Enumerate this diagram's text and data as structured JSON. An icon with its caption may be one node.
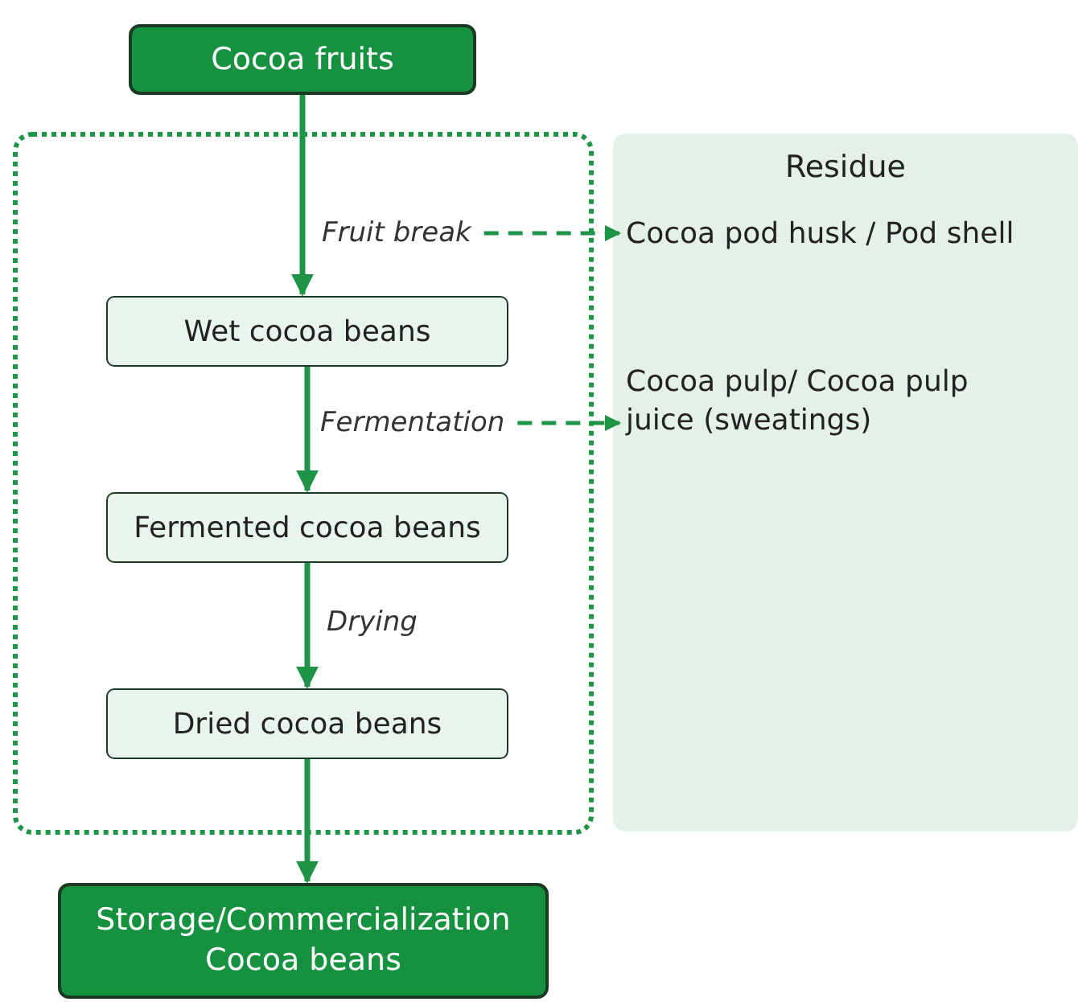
{
  "diagram": {
    "nodes": [
      {
        "text": [
          "Cocoa fruits"
        ]
      },
      {
        "text": [],
        "shape": "box"
      },
      {
        "text": [
          "Fruit break"
        ],
        "in": 1
      },
      {
        "text": [
          "Wet cocoa beans"
        ],
        "in": 1
      },
      {
        "text": [
          "Fermentation"
        ],
        "in": 1
      },
      {
        "text": [
          "Fermented cocoa beans"
        ],
        "in": 1
      },
      {
        "text": [
          "Dried cocoa beans"
        ],
        "in": 1
      },
      {
        "text": [
          "Storage/Commercialization Cocoa beans"
        ]
      },
      {
        "text": [
          "Residue"
        ]
      },
      {
        "text": [
          "Cocoa pod husk / Pod shell"
        ],
        "in": 8
      },
      {
        "text": [
          "Cocoa pulp/ Cocoa pulp juice  (sweatings)"
        ],
        "in": 8
      }
    ],
    "edges": [
      {
        "from": 0,
        "to": 3,
        "arrow": "to"
      },
      {
        "from": 3,
        "to": 5,
        "arrow": "to"
      },
      {
        "from": 5,
        "to": 6,
        "arrow": "to",
        "label": "Drying"
      },
      {
        "from": 6,
        "to": 7,
        "arrow": "to"
      },
      {
        "from": 2,
        "to": 9,
        "arrow": "to",
        "style": "dashed"
      },
      {
        "from": 4,
        "to": 10,
        "arrow": "to",
        "style": "dashed"
      }
    ]
  }
}
